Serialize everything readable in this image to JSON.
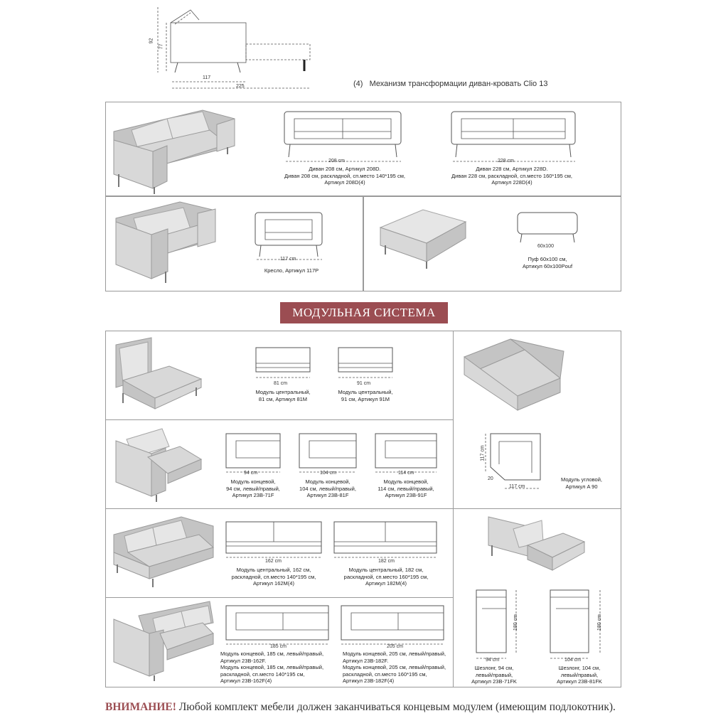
{
  "top": {
    "mechanism_number": "(4)",
    "mechanism_text": "Механизм  трансформации диван-кровать Clio 13",
    "dim_92": "92",
    "dim_77": "77",
    "dim_117": "117",
    "dim_225": "225"
  },
  "sofas": {
    "sofa208": {
      "dim": "208 cm",
      "caption": "Диван 208 см, Артикул 208D.\nДиван 208 см, раскладной, сп.место 140*195 см,\nАртикул 208D(4)"
    },
    "sofa228": {
      "dim": "228 cm",
      "caption": "Диван 228 см, Артикул 228D.\nДиван 228 см, раскладной, сп.место 160*195 см,\nАртикул 228D(4)"
    },
    "armchair": {
      "dim": "117 cm",
      "caption": "Кресло, Артикул 117P"
    },
    "pouf": {
      "dim": "60x100",
      "caption": "Пуф 60x100 см,\nАртикул 60x100Pouf"
    }
  },
  "banner": "МОДУЛЬНАЯ СИСТЕМА",
  "modules": {
    "m81": {
      "dim": "81 cm",
      "caption": "Модуль центральный,\n81 см, Артикул 81M"
    },
    "m91": {
      "dim": "91 cm",
      "caption": "Модуль центральный,\n91 см, Артикул 91M"
    },
    "e94": {
      "dim": "94 cm",
      "caption": "Модуль концевой,\n94 см, левый/правый,\nАртикул 23B-71F"
    },
    "e104": {
      "dim": "104 cm",
      "caption": "Модуль концевой,\n104 см, левый/правый,\nАртикул 23B-81F"
    },
    "e114": {
      "dim": "114 cm",
      "caption": "Модуль концевой,\n114 см, левый/правый,\nАртикул 23B-91F"
    },
    "corner": {
      "dim_side": "117 cm",
      "dim_bottom": "117 cm",
      "dim_diag": "20",
      "caption": "Модуль угловой,\nАртикул A 90"
    },
    "c162": {
      "dim": "162 cm",
      "caption": "Модуль центральный, 162 см,\nраскладной, сп.место 140*195 см,\nАртикул 162M(4)"
    },
    "c182": {
      "dim": "182 cm",
      "caption": "Модуль центральный, 182 см,\nраскладной, сп.место 160*195 см,\nАртикул 182M(4)"
    },
    "e185": {
      "dim": "185 cm",
      "caption": "Модуль концевой, 185 см, левый/правый,\nАртикул 23B-162F.\nМодуль концевой, 185 см, левый/правый,\nраскладной, сп.место 140*195 см,\nАртикул 23B-162F(4)"
    },
    "e205": {
      "dim": "205 cm",
      "caption": "Модуль концевой, 205 см, левый/правый,\nАртикул 23B-182F.\nМодуль концевой, 205 см, левый/правый,\nраскладной, сп.место 160*195 см,\nАртикул 23B-182F(4)"
    },
    "ch94": {
      "dim_w": "94 cm",
      "dim_h": "180 cm",
      "caption": "Шезлонг, 94 см,\nлевый/правый,\nАртикул 23B-71FK"
    },
    "ch104": {
      "dim_w": "104 cm",
      "dim_h": "180 cm",
      "caption": "Шезлонг, 104 см,\nлевый/правый,\nАртикул 23B-81FK"
    }
  },
  "warning": {
    "title": "ВНИМАНИЕ!",
    "text": " Любой комплект мебели должен заканчиваться концевым модулем (имеющим подлокотник)."
  },
  "colors": {
    "accent": "#9b4d52",
    "frame": "#9a9a9a",
    "upholstery": "#d8d8d8"
  }
}
